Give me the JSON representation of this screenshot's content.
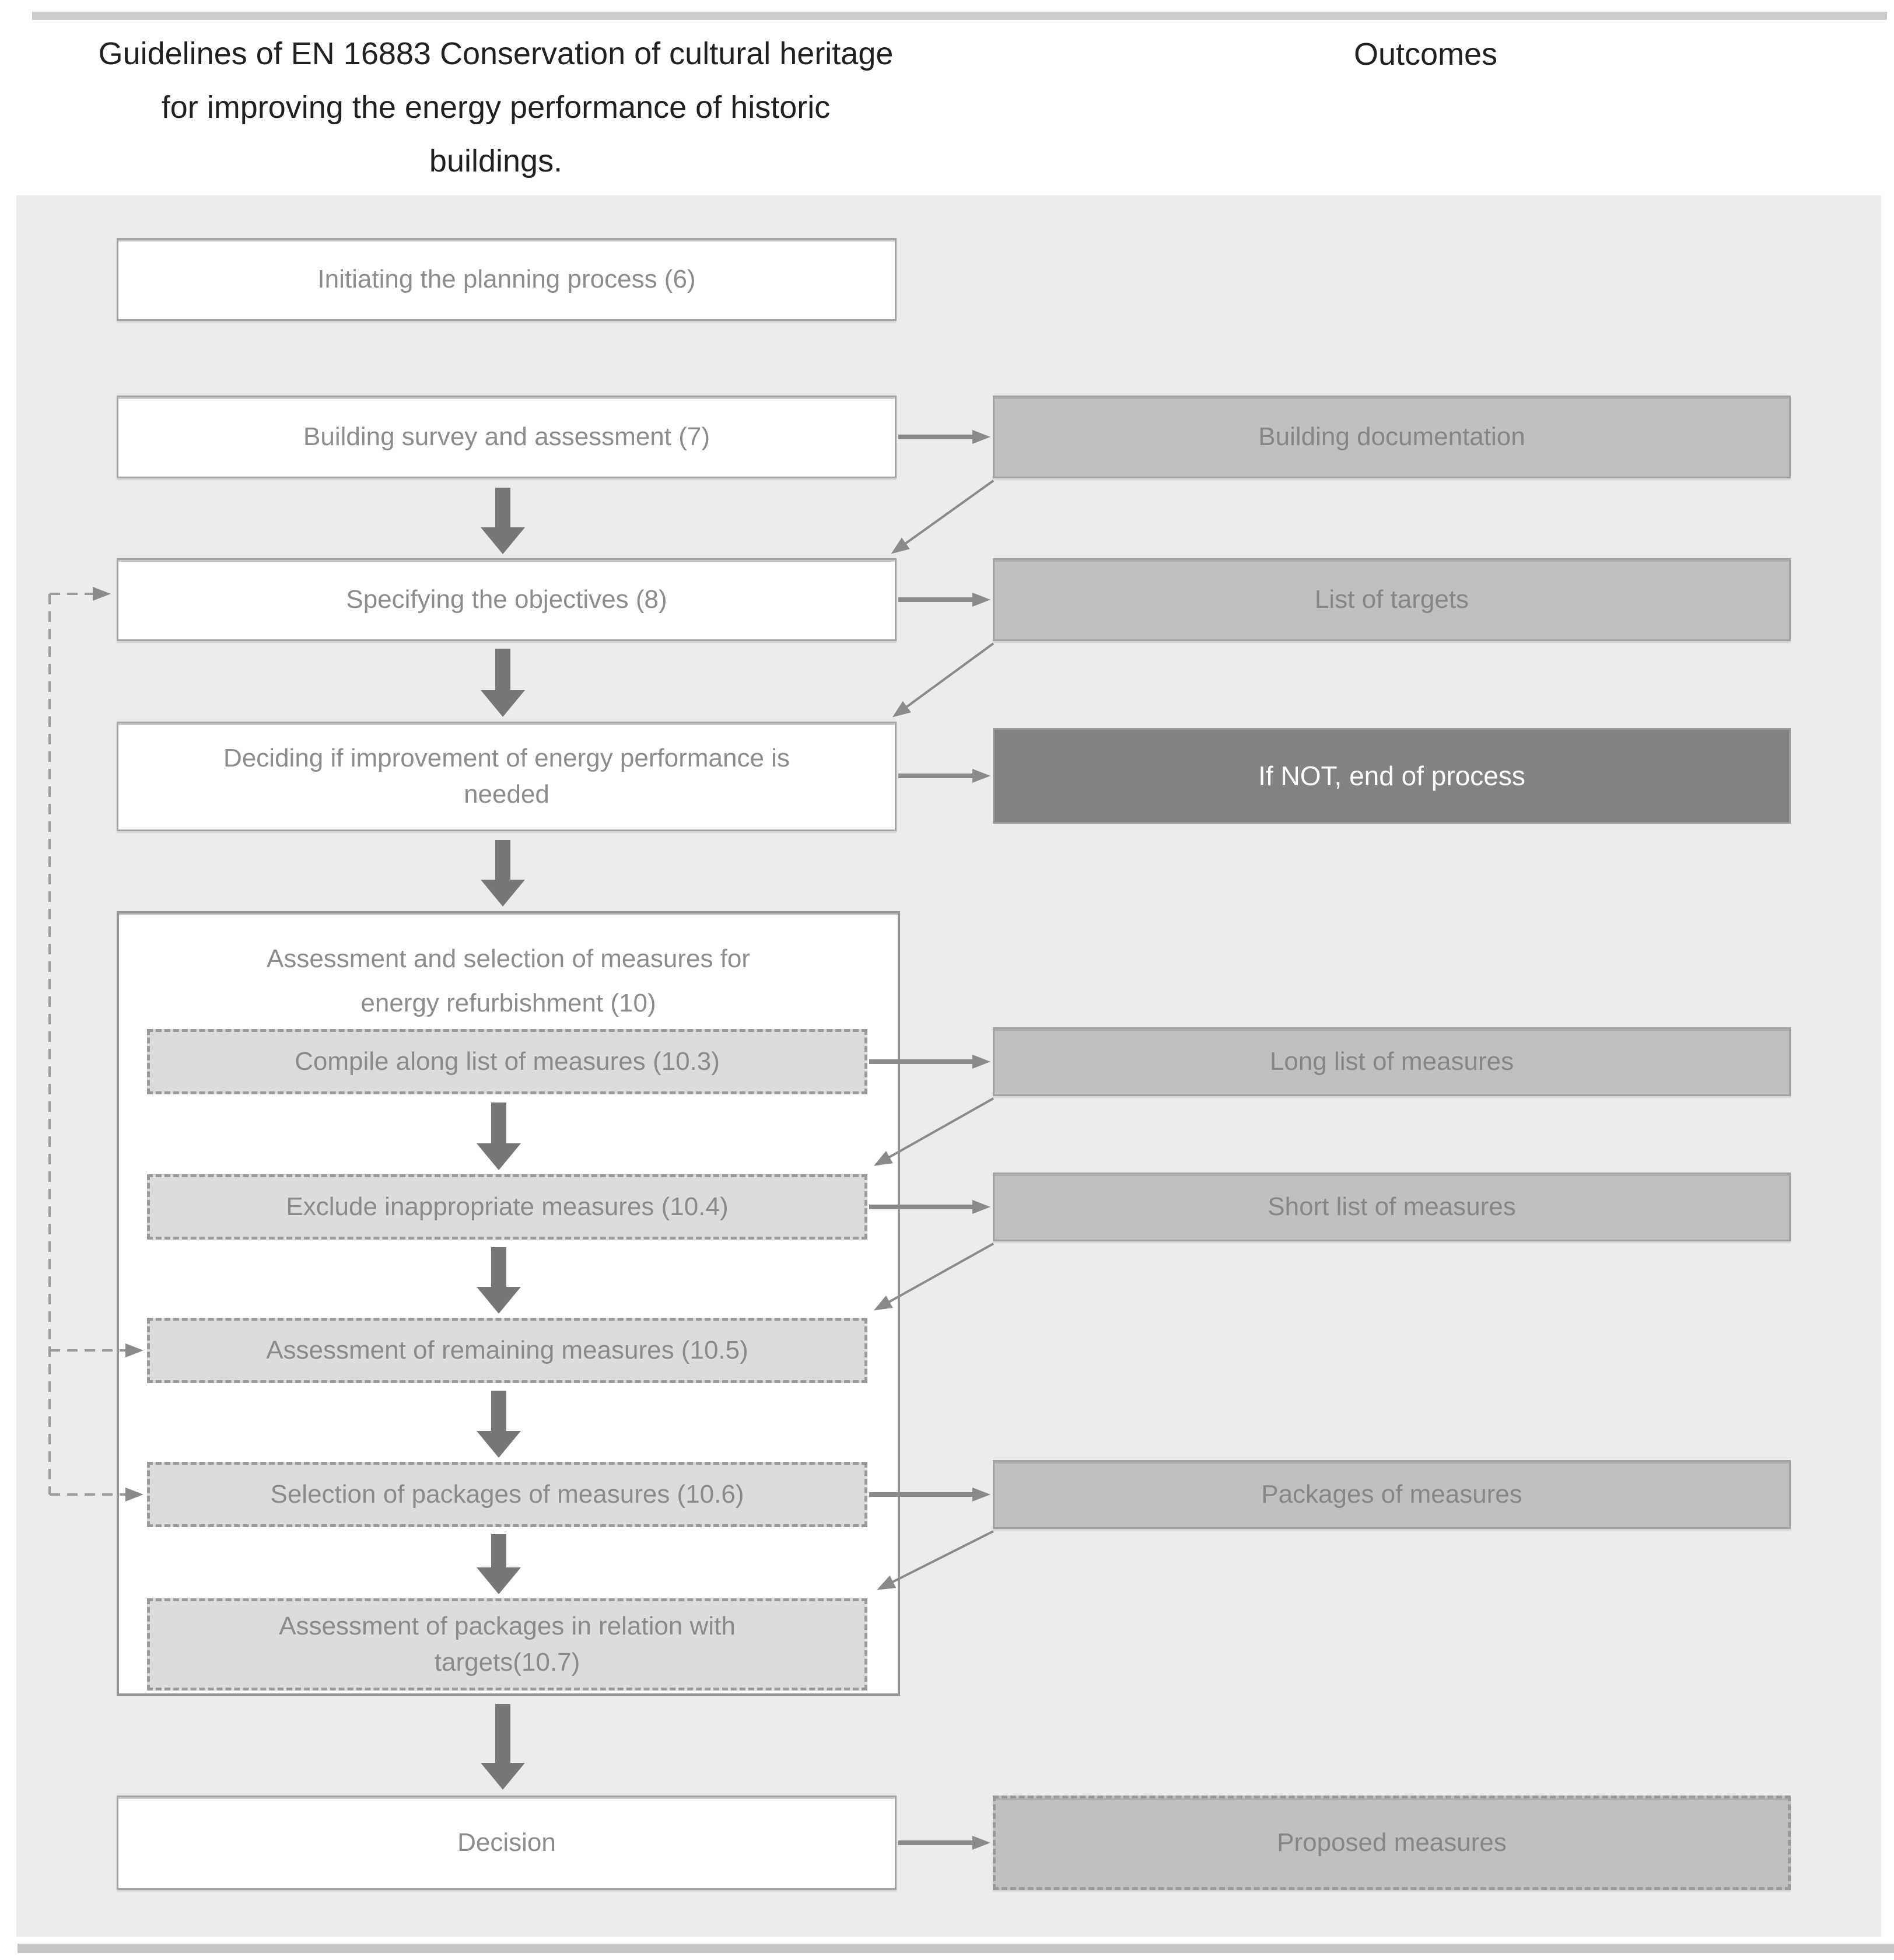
{
  "header": {
    "title_lines": [
      "Guidelines of EN 16883 Conservation of cultural heritage",
      "for improving the energy performance of historic",
      "buildings."
    ],
    "outcomes_heading": "Outcomes"
  },
  "process": {
    "initiating": "Initiating the planning process (6)",
    "building_survey": "Building survey and assessment (7)",
    "specifying_objectives": "Specifying the objectives (8)",
    "deciding_lines": [
      "Deciding if improvement of energy performance is",
      "needed"
    ],
    "container_title_lines": [
      "Assessment and selection of measures for",
      "energy refurbishment (10)"
    ],
    "compile_long_list": "Compile along list of measures (10.3)",
    "exclude_inappropriate": "Exclude inappropriate measures (10.4)",
    "assess_remaining": "Assessment of remaining measures (10.5)",
    "select_packages": "Selection of packages of measures (10.6)",
    "assess_packages_lines": [
      "Assessment of packages in relation with",
      "targets(10.7)"
    ],
    "decision": "Decision"
  },
  "outcomes": {
    "building_documentation": "Building documentation",
    "list_of_targets": "List of targets",
    "if_not_end_of_process": "If NOT, end of process",
    "long_list_of_measures": "Long list of measures",
    "short_list_of_measures": "Short list of measures",
    "packages_of_measures": "Packages of measures",
    "proposed_measures": "Proposed measures"
  },
  "colors": {
    "panel_background": "#ececec",
    "process_box_fill": "#ffffff",
    "outcome_box_fill": "#c0c0c0",
    "subprocess_box_fill": "#dcdcdc",
    "end_box_fill": "#828282",
    "end_box_text": "#ffffff",
    "box_border": "#a3a3a3",
    "dashed_border": "#9a9a9a",
    "label_text": "#8c8c8c",
    "heading_text": "#202020",
    "arrow_grey": "#8a8a8a",
    "block_arrow_grey": "#777777"
  }
}
